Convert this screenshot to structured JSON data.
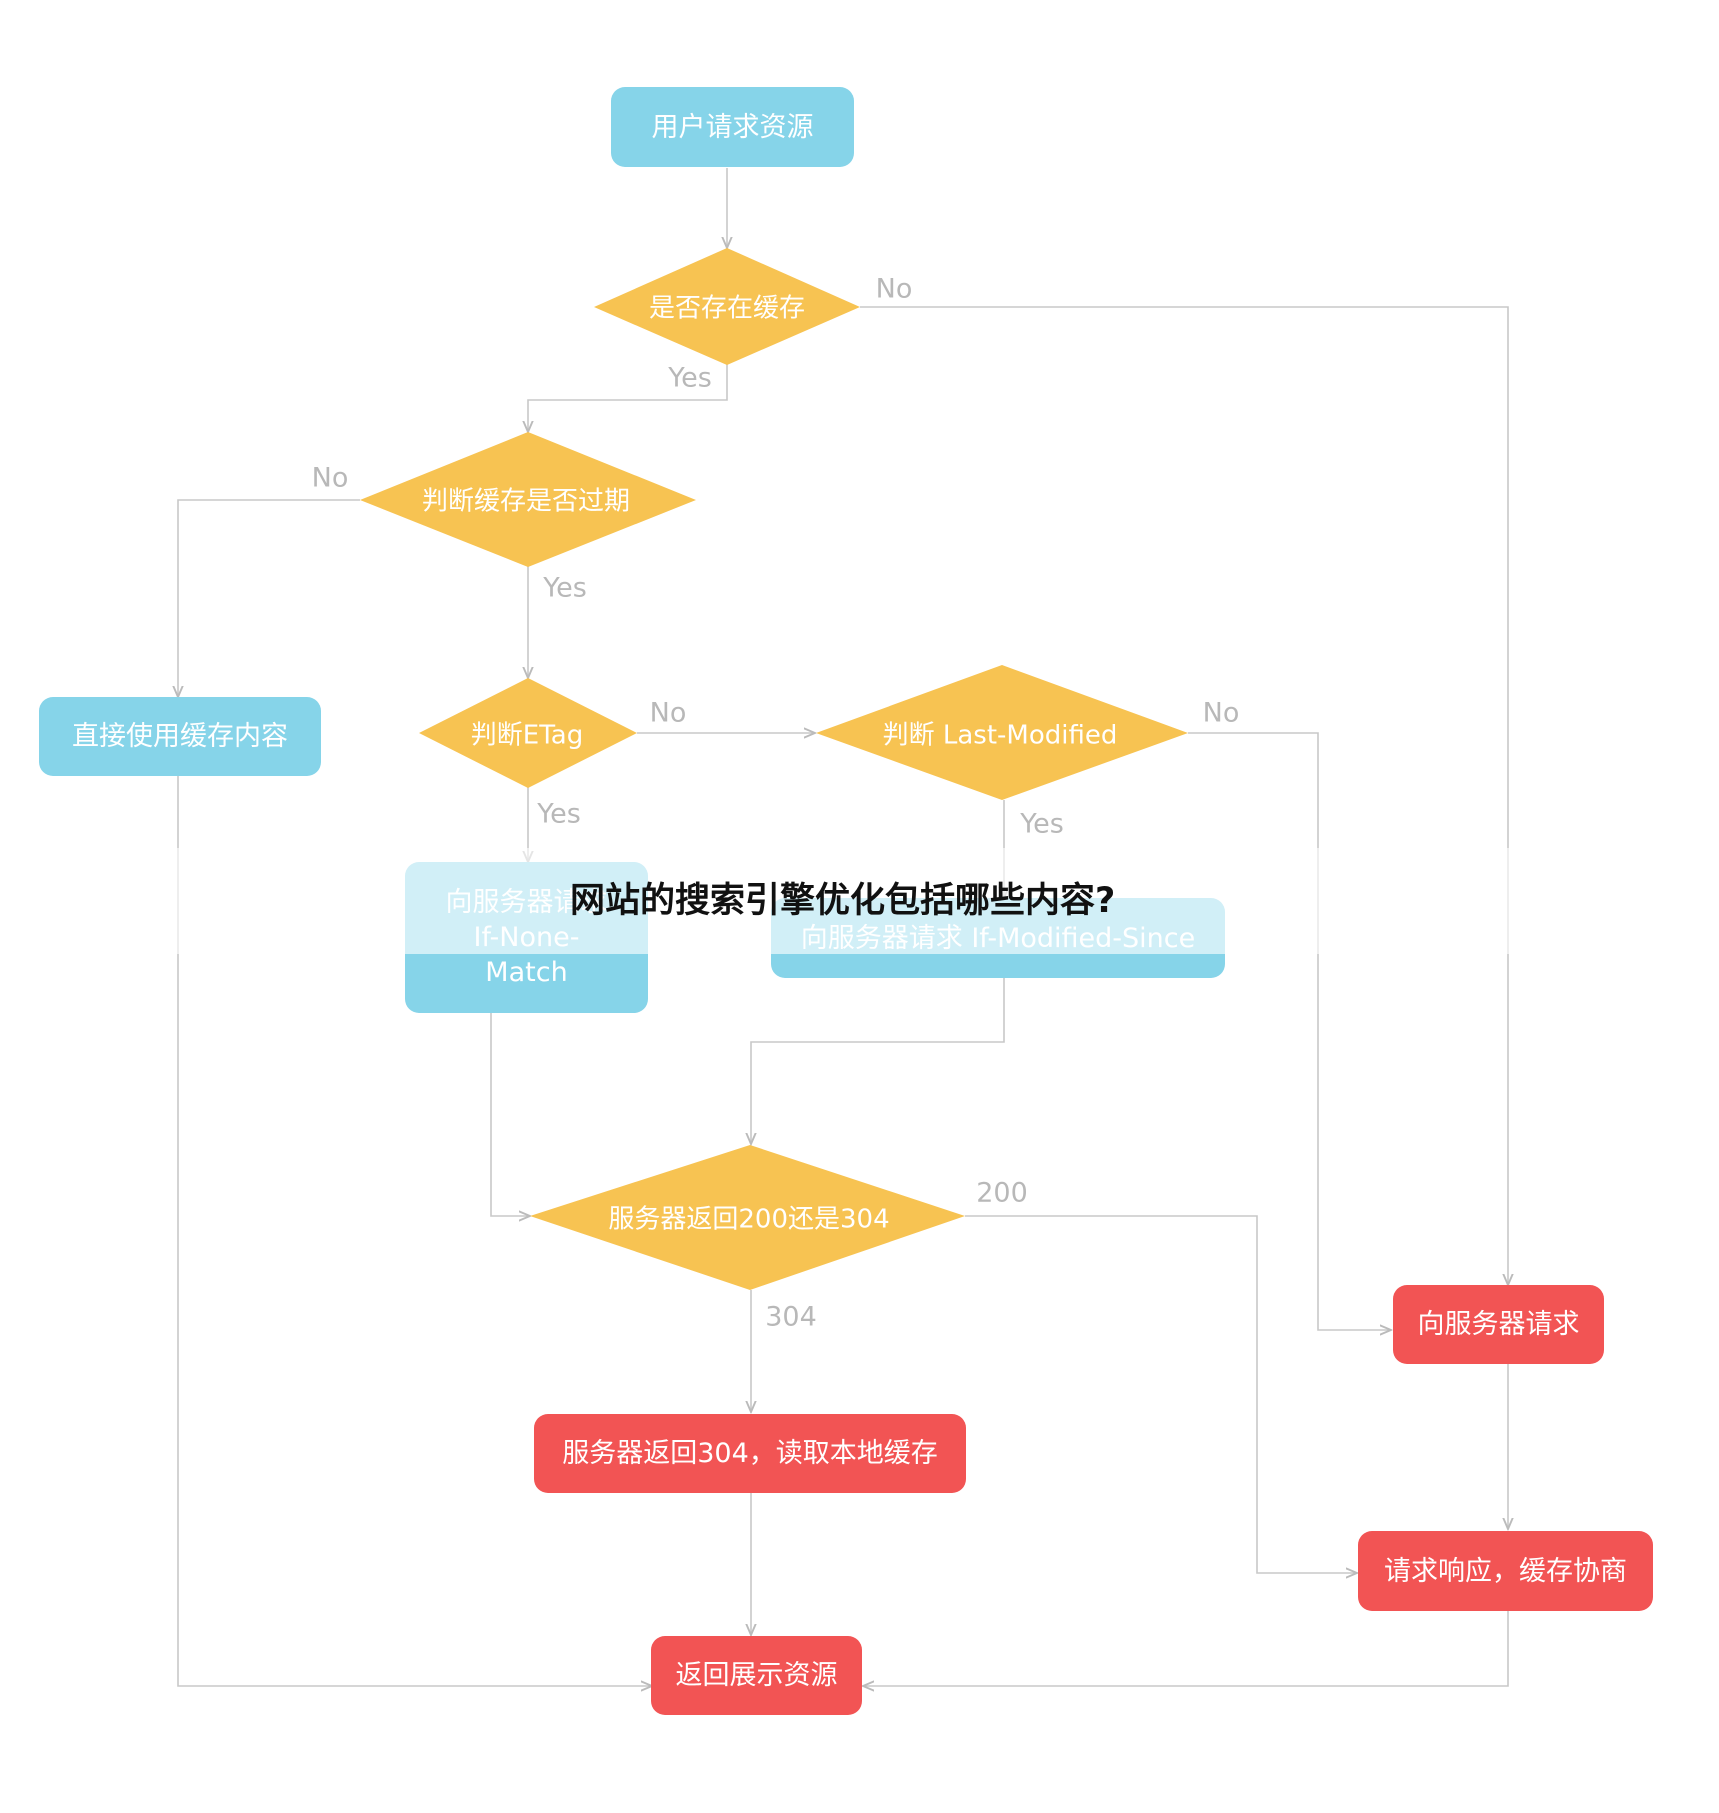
{
  "title": "网站的搜索引擎优化包括哪些内容?",
  "colors": {
    "start": "#86d4e9",
    "decision": "#f7c352",
    "end": "#f25454",
    "line": "#c8c8c8"
  },
  "nodes": {
    "start": "用户请求资源",
    "has_cache": "是否存在缓存",
    "cache_expired": "判断缓存是否过期",
    "use_cache": "直接使用缓存内容",
    "etag": "判断ETag",
    "last_modified": "判断 Last-Modified",
    "if_none_match": "向服务器请求 If-None-Match",
    "if_modified_since": "向服务器请求 If-Modified-Since",
    "server_returns": "服务器返回200还是304",
    "request_server": "向服务器请求",
    "read_local": "服务器返回304，读取本地缓存",
    "negotiate": "请求响应，缓存协商",
    "show_resource": "返回展示资源"
  },
  "edge_labels": {
    "has_cache_no": "No",
    "has_cache_yes": "Yes",
    "expired_no": "No",
    "expired_yes": "Yes",
    "etag_no": "No",
    "etag_yes": "Yes",
    "lastmod_no": "No",
    "lastmod_yes": "Yes",
    "code_200": "200",
    "code_304": "304"
  }
}
